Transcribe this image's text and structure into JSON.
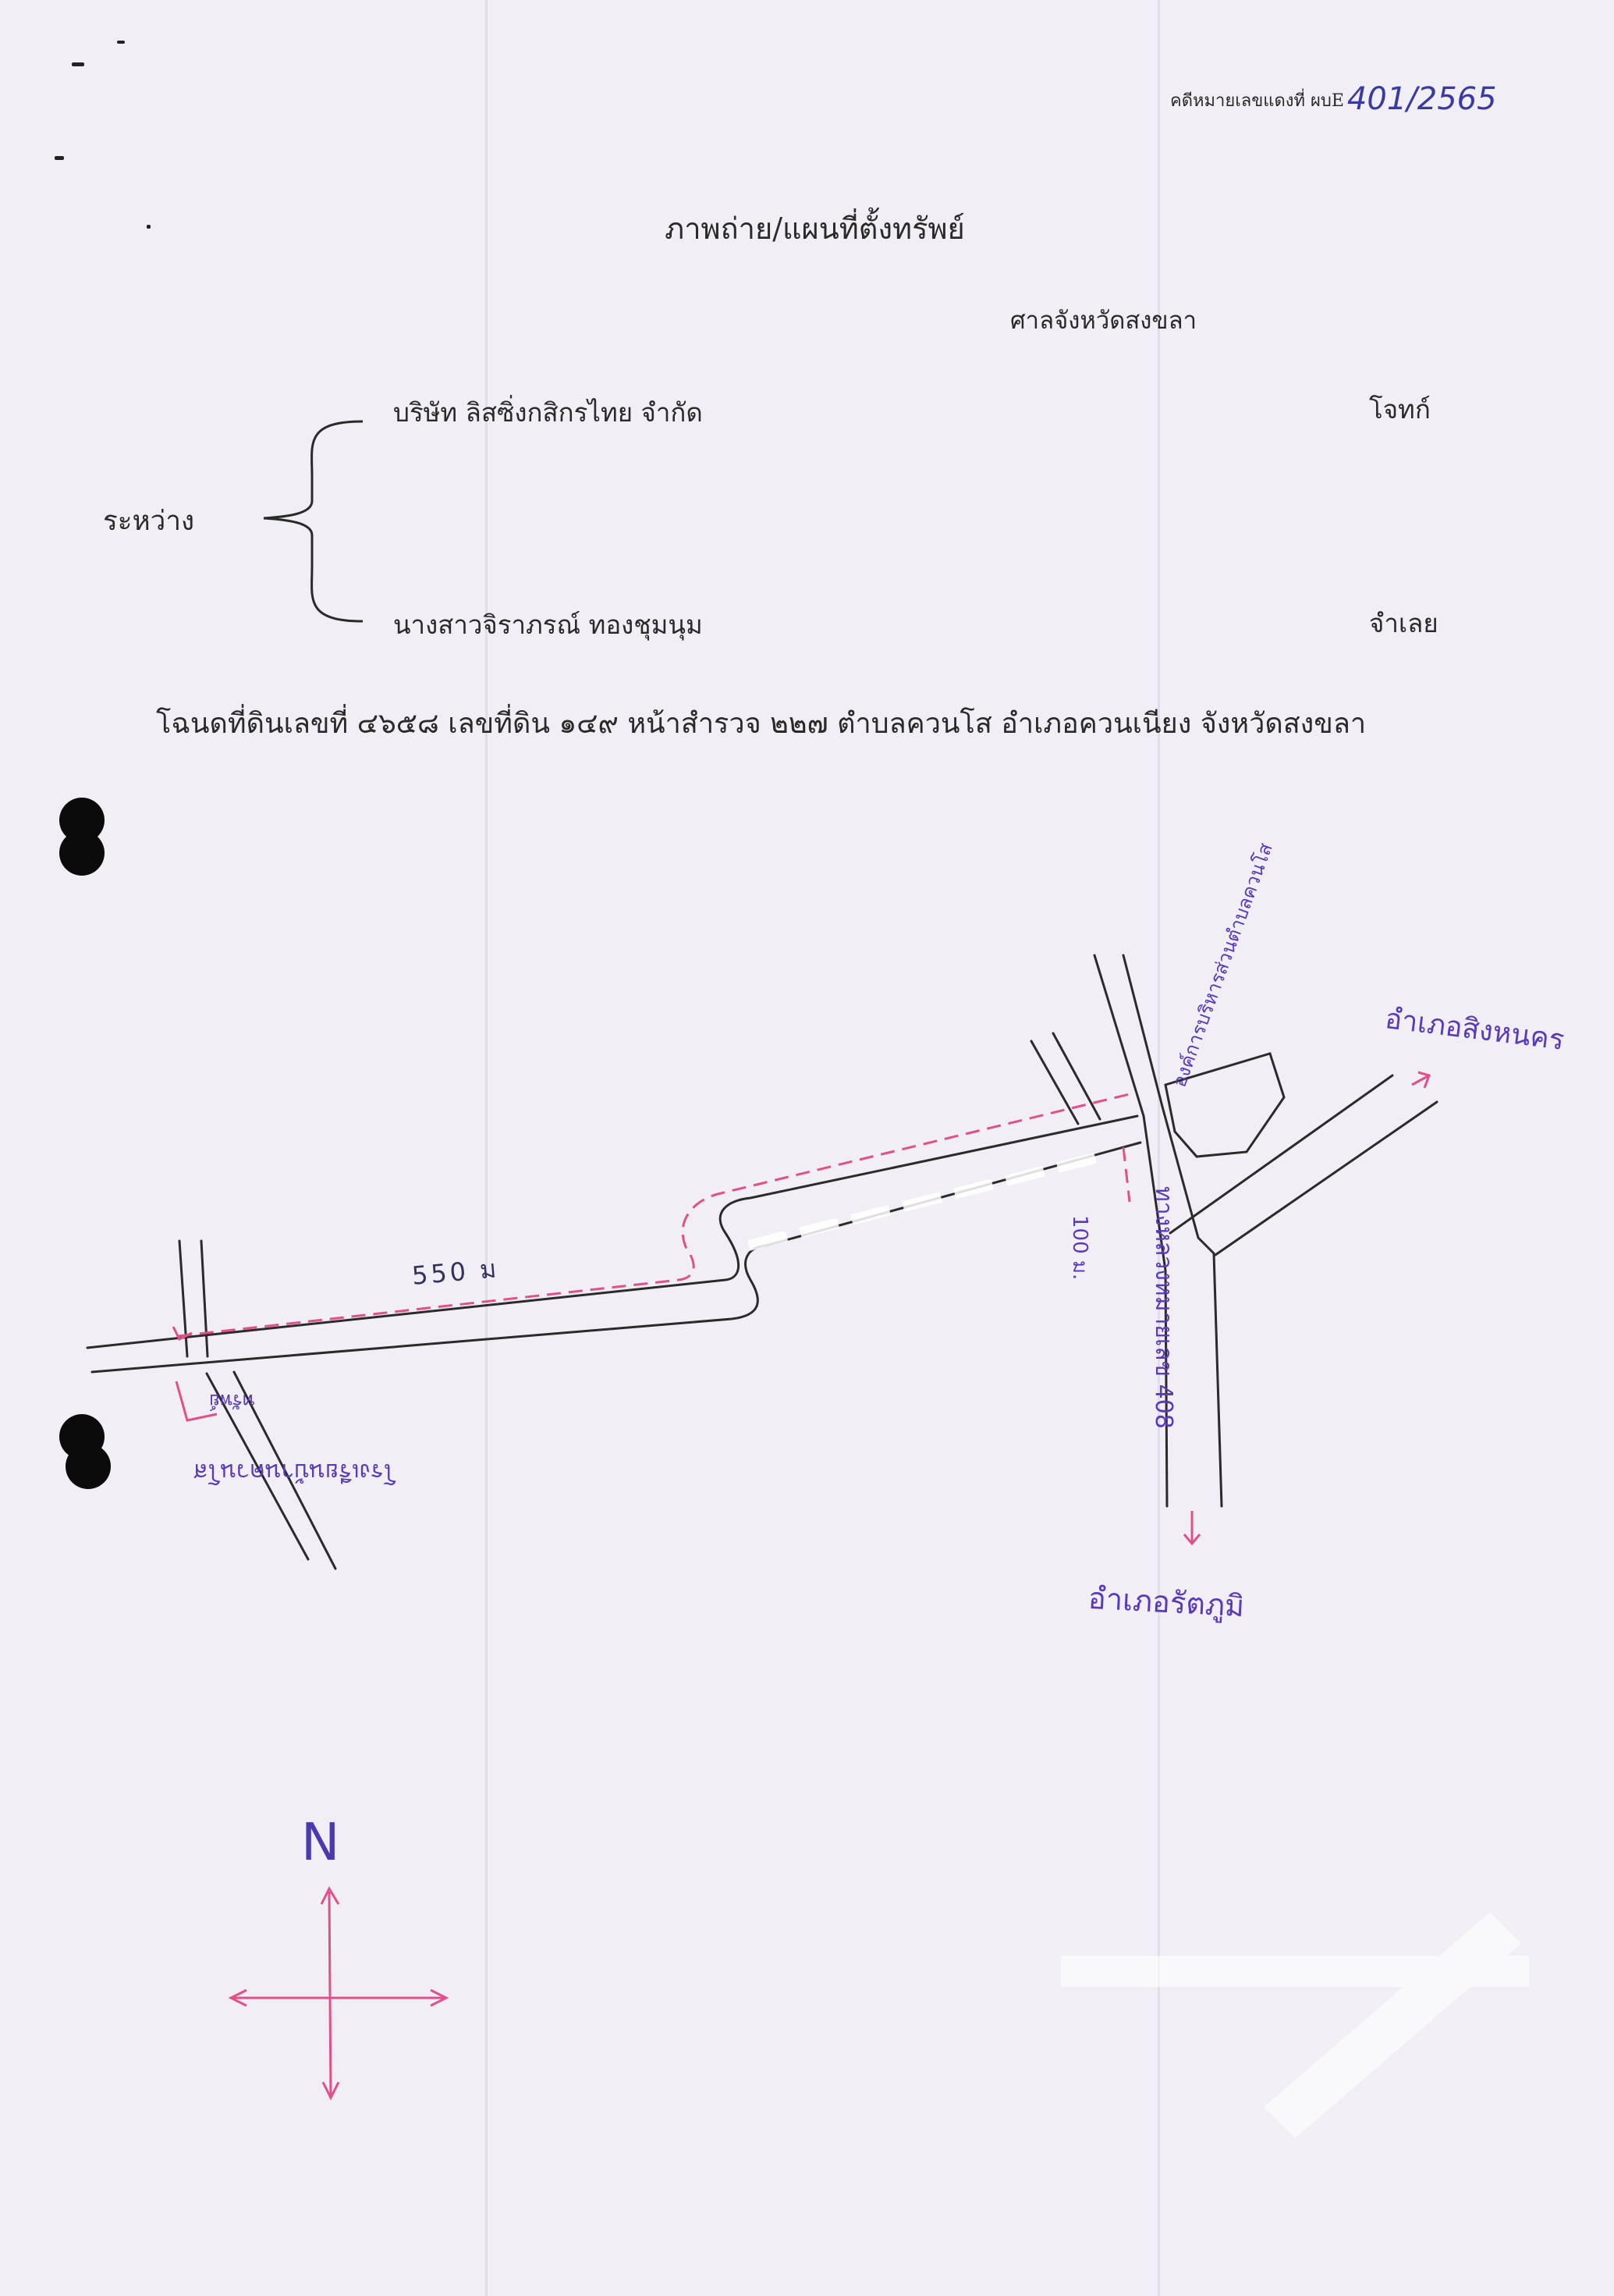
{
  "header": {
    "case_label": "คดีหมายเลขแดงที่ ผบE",
    "case_number": "401/2565"
  },
  "title": "ภาพถ่าย/แผนที่ตั้งทรัพย์",
  "court": "ศาลจังหวัดสงขลา",
  "parties": {
    "between_label": "ระหว่าง",
    "plaintiff_name": "บริษัท ลิสซิ่งกสิกรไทย  จำกัด",
    "plaintiff_role": "โจทก์",
    "defendant_name": "นางสาวจิราภรณ์ ทองชุมนุม",
    "defendant_role": "จำเลย"
  },
  "deed_line": "โฉนดที่ดินเลขที่ ๔๖๕๘ เลขที่ดิน ๑๔๙ หน้าสำรวจ ๒๒๗ ตำบลควนโส อำเภอควนเนียง จังหวัดสงขลา",
  "map": {
    "to_east": "อำเภอสิงหนคร",
    "to_south": "อำเภอรัตภูมิ",
    "distance_along_road": "550 ม",
    "distance_from_junction": "100 ม.",
    "office_label": "องค์การบริหารส่วนตำบลควนโส",
    "highway_label": "ทางหลวงหมายเลข 408",
    "property_label": "ทรัพย์",
    "school_label": "โรงเรียนบ้านควนโส",
    "north_label": "N"
  },
  "colors": {
    "ink": "#2a2a2a",
    "pen_purple": "#5a3ab8",
    "pen_pink": "#e0508a",
    "paper": "#f1eef5"
  }
}
